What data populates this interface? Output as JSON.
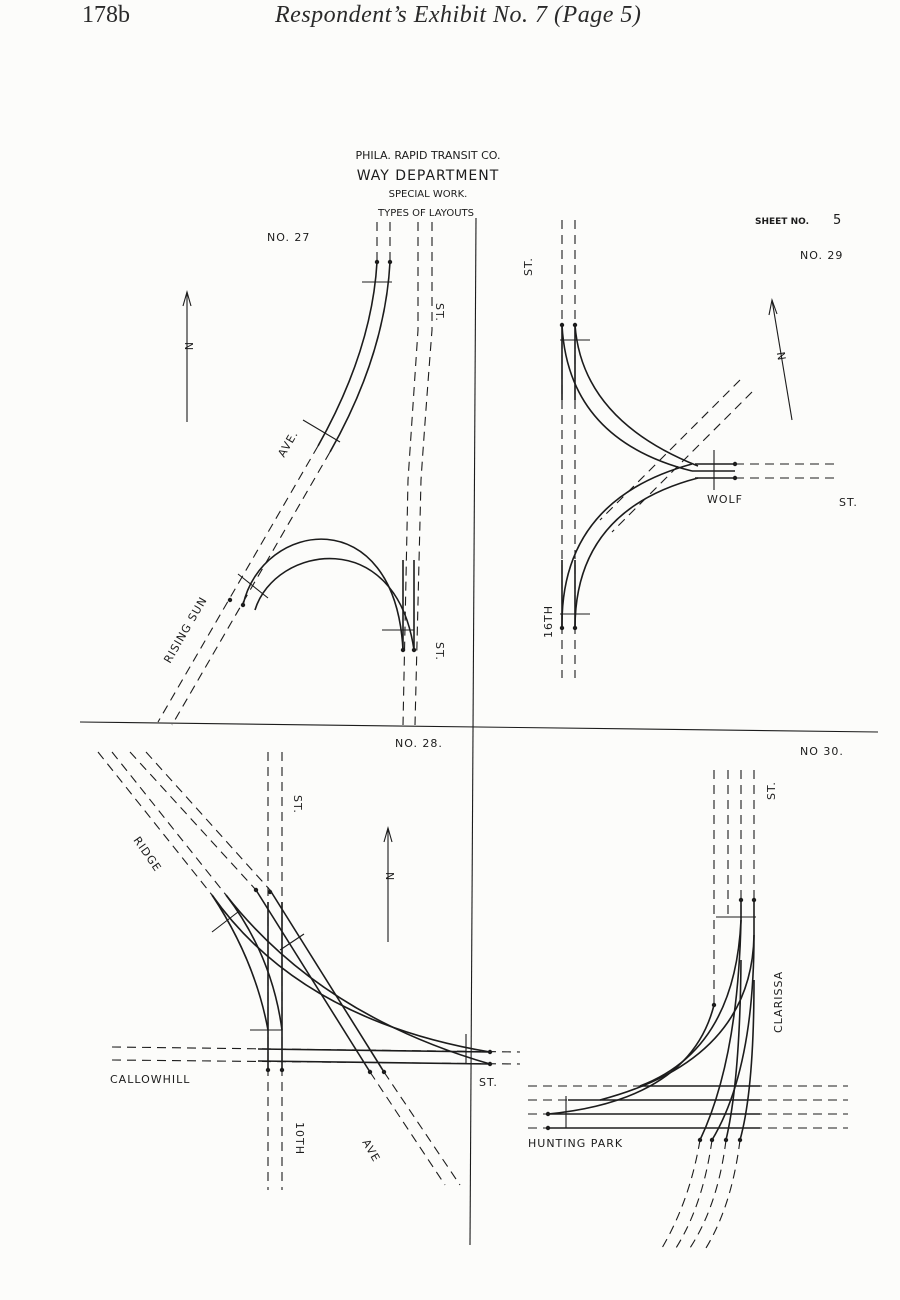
{
  "header": {
    "page_number": "178b",
    "exhibit_title": "Respondent’s Exhibit No. 7 (Page 5)"
  },
  "title_block": {
    "company": "PHILA. RAPID TRANSIT CO.",
    "department": "WAY DEPARTMENT",
    "subtitle": "SPECIAL WORK.",
    "caption": "TYPES OF LAYOUTS",
    "sheet_label": "SHEET NO.",
    "sheet_number": "5"
  },
  "layouts": {
    "no27": {
      "number": "NO. 27",
      "street_st": "ST.",
      "ave": "AVE.",
      "rising_sun": "RISING SUN",
      "st_lower": "ST."
    },
    "no29": {
      "number": "NO. 29",
      "st_upper": "ST.",
      "wolf": "WOLF",
      "st_right": "ST.",
      "sixteenth": "16TH"
    },
    "no28": {
      "number": "NO. 28.",
      "st_upper": "ST.",
      "ridge": "RIDGE",
      "callowhill": "CALLOWHILL",
      "st_right": "ST.",
      "tenth": "10TH",
      "ave": "AVE"
    },
    "no30": {
      "number": "NO 30.",
      "st_upper": "ST.",
      "clarissa": "CLARISSA",
      "hunting_park": "HUNTING PARK"
    }
  },
  "north_arrow_label": "N"
}
